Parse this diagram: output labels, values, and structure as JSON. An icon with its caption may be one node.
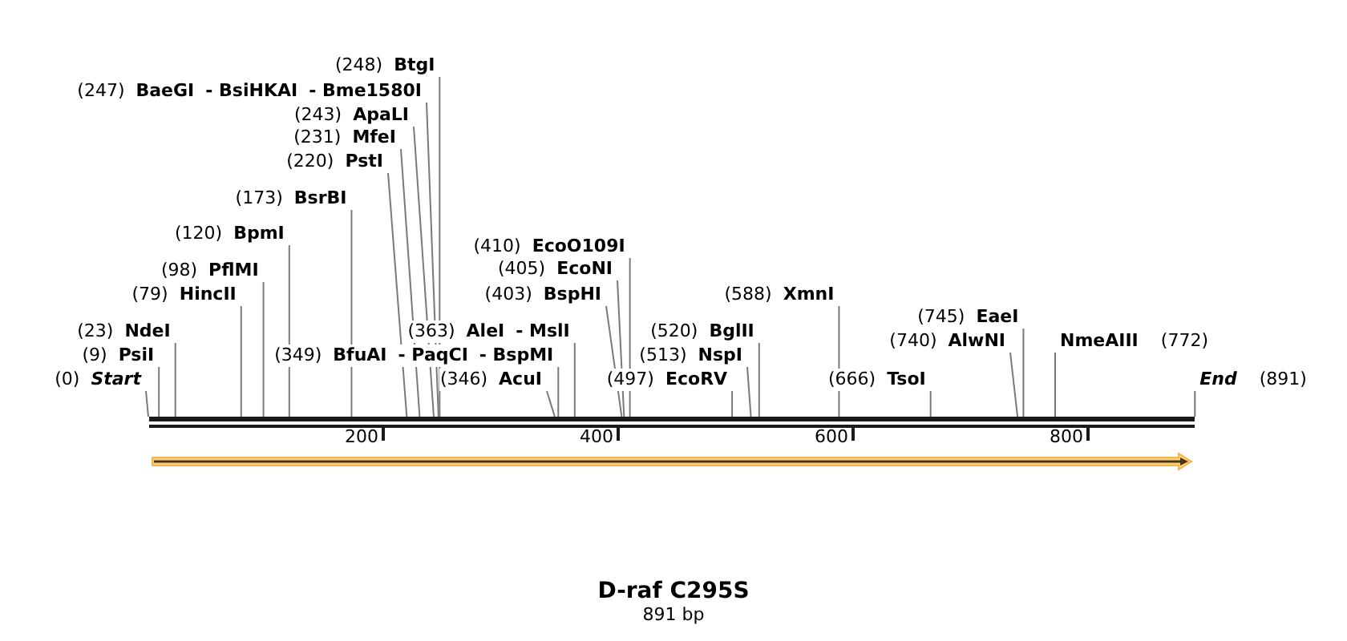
{
  "diagram": {
    "title": "D-raf C295S",
    "caption": "891 bp",
    "nodes": [
      {
        "text": [
          "(248)",
          "BtgI"
        ]
      },
      {
        "text": [
          "(247)",
          "BaeGI",
          "- BsiHKAI",
          "- Bme1580I"
        ]
      },
      {
        "text": [
          "(243)",
          "ApaLI"
        ]
      },
      {
        "text": [
          "(231)",
          "MfeI"
        ]
      },
      {
        "text": [
          "(220)",
          "PstI"
        ]
      },
      {
        "text": [
          "(173)",
          "BsrBI"
        ]
      },
      {
        "text": [
          "(120)",
          "BpmI"
        ]
      },
      {
        "text": [
          "(410)",
          "EcoO109I"
        ]
      },
      {
        "text": [
          "(98)",
          "PflMI"
        ]
      },
      {
        "text": [
          "(405)",
          "EcoNI"
        ]
      },
      {
        "text": [
          "(79)",
          "HincII"
        ]
      },
      {
        "text": [
          "(403)",
          "BspHI"
        ]
      },
      {
        "text": [
          "(588)",
          "XmnI"
        ]
      },
      {
        "text": [
          "(745)",
          "EaeI"
        ]
      },
      {
        "text": [
          "(23)",
          "NdeI"
        ]
      },
      {
        "text": [
          "(363)",
          "AleI",
          "- MslI"
        ]
      },
      {
        "text": [
          "(520)",
          "BglII"
        ]
      },
      {
        "text": [
          "(740)",
          "AlwNI"
        ]
      },
      {
        "text": [
          "NmeAIII",
          "(772)"
        ]
      },
      {
        "text": [
          "(9)",
          "PsiI"
        ]
      },
      {
        "text": [
          "(349)",
          "BfuAI",
          "- PaqCI",
          "- BspMI"
        ]
      },
      {
        "text": [
          "(513)",
          "NspI"
        ]
      },
      {
        "text": [
          "(0)",
          "Start"
        ]
      },
      {
        "text": [
          "(346)",
          "AcuI"
        ]
      },
      {
        "text": [
          "(497)",
          "EcoRV"
        ]
      },
      {
        "text": [
          "(666)",
          "TsoI"
        ]
      },
      {
        "text": [
          "End",
          "(891)"
        ]
      },
      {
        "text": [],
        "shape": "bar"
      }
    ],
    "edges": [
      {
        "from": 0,
        "to": 27,
        "arrow": "none"
      },
      {
        "from": 1,
        "to": 27,
        "arrow": "none"
      },
      {
        "from": 2,
        "to": 27,
        "arrow": "none"
      },
      {
        "from": 3,
        "to": 27,
        "arrow": "none"
      },
      {
        "from": 4,
        "to": 27,
        "arrow": "none"
      },
      {
        "from": 5,
        "to": 27,
        "arrow": "none"
      },
      {
        "from": 6,
        "to": 27,
        "arrow": "none"
      },
      {
        "from": 7,
        "to": 27,
        "arrow": "none"
      },
      {
        "from": 8,
        "to": 27,
        "arrow": "none"
      },
      {
        "from": 9,
        "to": 27,
        "arrow": "none"
      },
      {
        "from": 10,
        "to": 27,
        "arrow": "none"
      },
      {
        "from": 11,
        "to": 27,
        "arrow": "none"
      },
      {
        "from": 12,
        "to": 27,
        "arrow": "none"
      },
      {
        "from": 13,
        "to": 27,
        "arrow": "none"
      },
      {
        "from": 14,
        "to": 27,
        "arrow": "none"
      },
      {
        "from": 15,
        "to": 27,
        "arrow": "none"
      },
      {
        "from": 16,
        "to": 27,
        "arrow": "none"
      },
      {
        "from": 17,
        "to": 27,
        "arrow": "none"
      },
      {
        "from": 18,
        "to": 27,
        "arrow": "none"
      },
      {
        "from": 19,
        "to": 27,
        "arrow": "none"
      },
      {
        "from": 20,
        "to": 27,
        "arrow": "none"
      },
      {
        "from": 21,
        "to": 27,
        "arrow": "none"
      },
      {
        "from": 22,
        "to": 27,
        "arrow": "none"
      },
      {
        "from": 23,
        "to": 27,
        "arrow": "none"
      },
      {
        "from": 24,
        "to": 27,
        "arrow": "none"
      },
      {
        "from": 25,
        "to": 27,
        "arrow": "none"
      },
      {
        "from": 26,
        "to": 27,
        "arrow": "none"
      }
    ],
    "labels": [
      "200",
      "400",
      "600",
      "800"
    ]
  }
}
